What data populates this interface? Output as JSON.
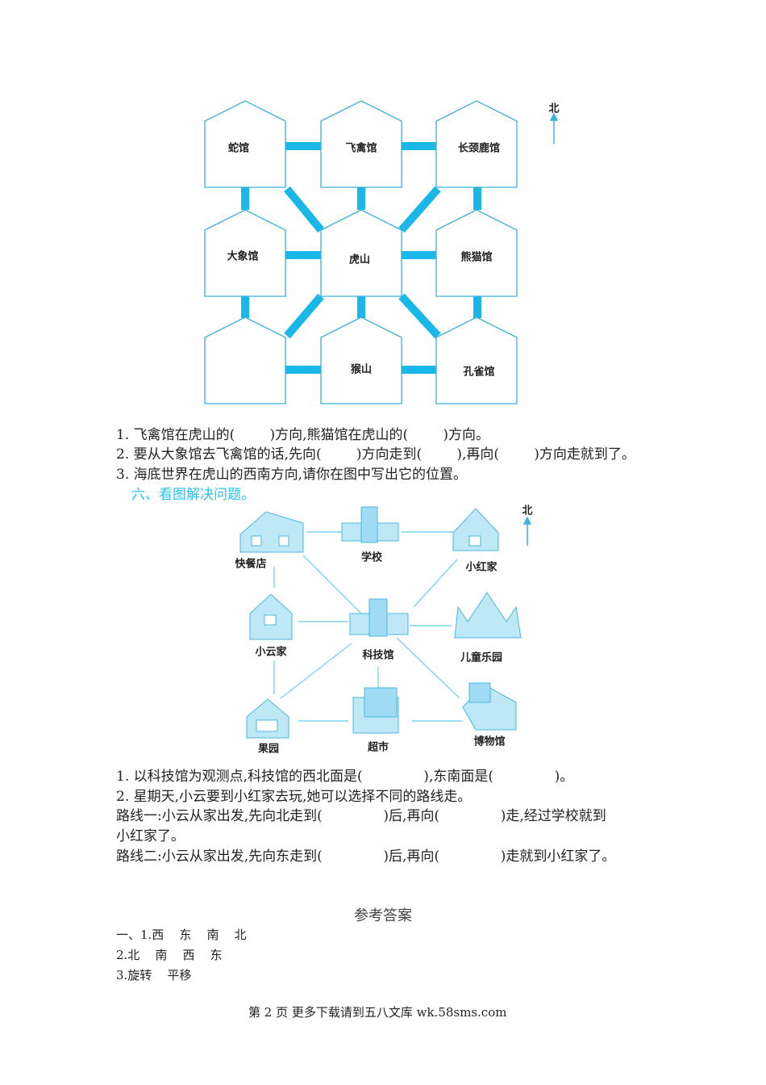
{
  "zoo_map": {
    "north": "北",
    "cells": [
      "蛇馆",
      "飞禽馆",
      "长颈鹿馆",
      "大象馆",
      "虎山",
      "熊猫馆",
      "",
      "猴山",
      "孔雀馆"
    ]
  },
  "questions_5": [
    "1. 飞禽馆在虎山的(        )方向,熊猫馆在虎山的(        )方向。",
    "2. 要从大象馆去飞禽馆的话,先向(        )方向走到(        ),再向(        )方向走就到了。",
    "3. 海底世界在虎山的西南方向,请你在图中写出它的位置。"
  ],
  "section_6_title": "六、看图解决问题。",
  "town_map": {
    "north": "北",
    "places": [
      "快餐店",
      "学校",
      "小红家",
      "小云家",
      "科技馆",
      "儿童乐园",
      "果园",
      "超市",
      "博物馆"
    ]
  },
  "questions_6": [
    "1. 以科技馆为观测点,科技馆的西北面是(              ),东南面是(              )。",
    "2. 星期天,小云要到小红家去玩,她可以选择不同的路线走。",
    "路线一:小云从家出发,先向北走到(              )后,再向(              )走,经过学校就到",
    "小红家了。",
    "路线二:小云从家出发,先向东走到(              )后,再向(              )走就到小红家了。"
  ],
  "answers": {
    "title": "参考答案",
    "lines": [
      "一、1.西    东    南    北",
      "2.北    南    西    东",
      "3.旋转    平移"
    ]
  },
  "footer": "第 2 页 更多下载请到五八文库 wk.58sms.com",
  "colors": {
    "accent": "#1ab8e8",
    "line": "#7fd3ee",
    "section": "#27c3ea"
  }
}
